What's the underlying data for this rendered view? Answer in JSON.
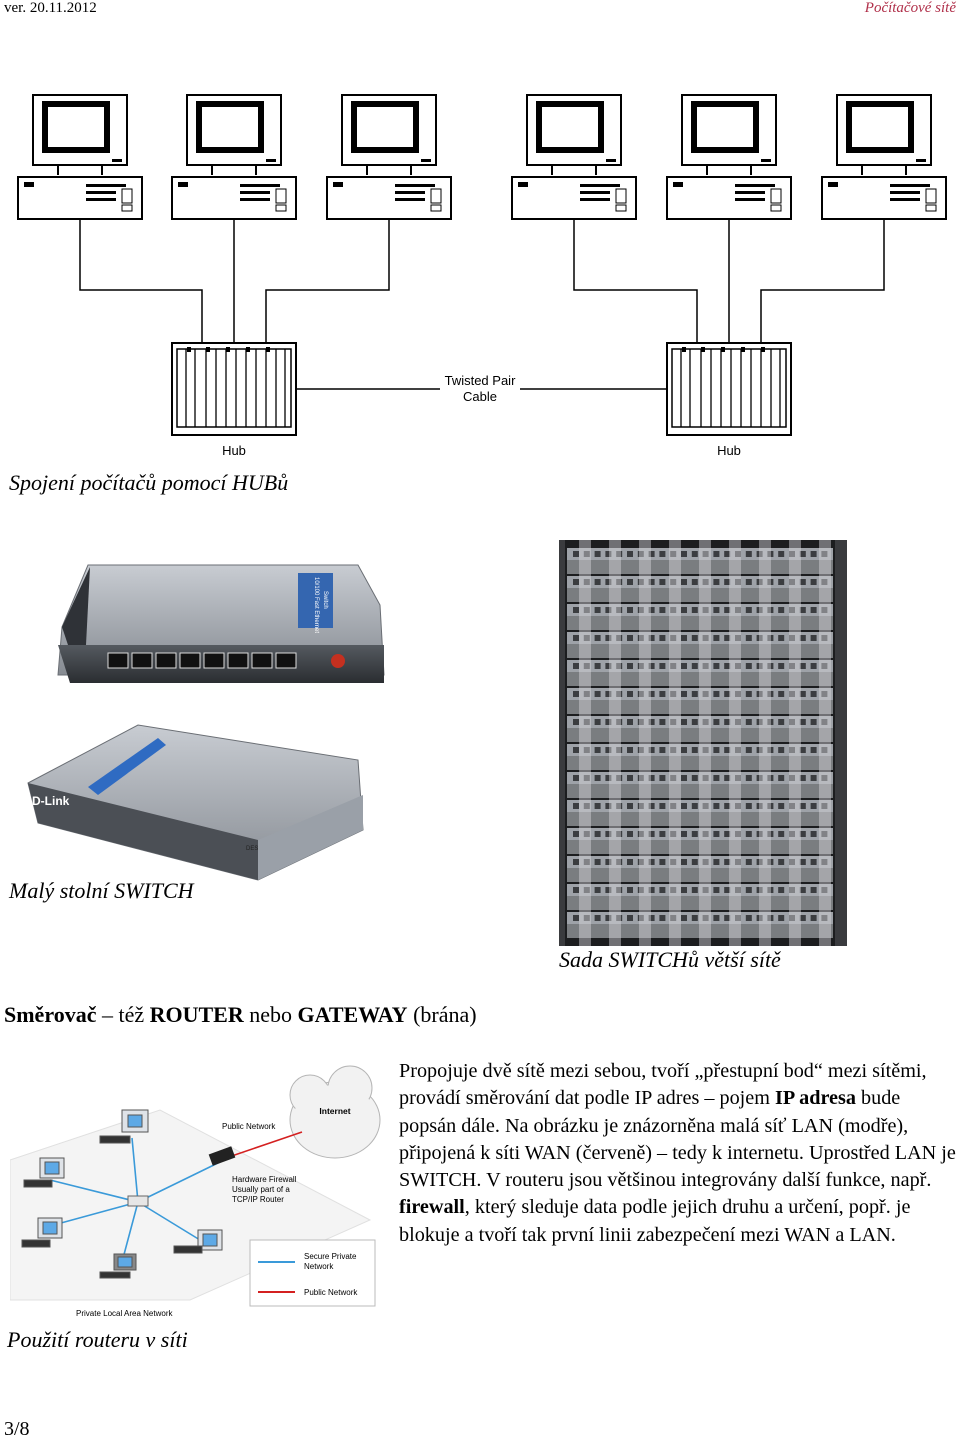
{
  "header": {
    "version": "ver. 20.11.2012",
    "doc_title": "Počítačové sítě"
  },
  "hub_diagram": {
    "cable_label_line1": "Twisted Pair",
    "cable_label_line2": "Cable",
    "hub_left": "Hub",
    "hub_right": "Hub"
  },
  "captions": {
    "hub": "Spojení počítačů pomocí HUBů",
    "small_switch": "Malý stolní SWITCH",
    "switch_rack": "Sada SWITCHů větší sítě",
    "router": "Použití routeru v síti"
  },
  "switch_photo": {
    "port_label_a": "10/100 Fast Ethernet",
    "port_label_b": "Switch",
    "brand": "D-Link",
    "model": "DES-1008D"
  },
  "router_section": {
    "heading_prefix": "Směrovač",
    "heading_mid1": " – též ",
    "heading_router": "ROUTER",
    "heading_mid2": " nebo ",
    "heading_gateway": "GATEWAY",
    "heading_suffix": " (brána)",
    "para_1": "Propojuje dvě sítě mezi sebou, tvoří „přestupní bod“ mezi sítěmi, provádí směrování dat podle IP adres – pojem ",
    "para_bold_1": "IP adresa",
    "para_2": " bude popsán dále. Na obrázku je znázorněna malá síť LAN (modře), připojená k síti WAN (červeně) – tedy k internetu. Uprostřed LAN je SWITCH. V routeru jsou většinou integrovány další funkce, např. ",
    "para_bold_2": "firewall",
    "para_3": ", který sleduje data podle jejich druhu a určení, popř. je blokuje a tvoří tak první linii zabezpečení mezi WAN a LAN."
  },
  "router_diagram": {
    "internet": "Internet",
    "public_network": "Public Network",
    "fw_line1": "Hardware Firewall",
    "fw_line2": "Usually part of a",
    "fw_line3": "TCP/IP Router",
    "legend_secure_1": "Secure Private",
    "legend_secure_2": "Network",
    "legend_public": "Public Network",
    "plan_label": "Private Local Area Network",
    "colors": {
      "lan": "#3a9ad9",
      "wan": "#d42020"
    }
  },
  "footer": {
    "page": "3/8"
  }
}
